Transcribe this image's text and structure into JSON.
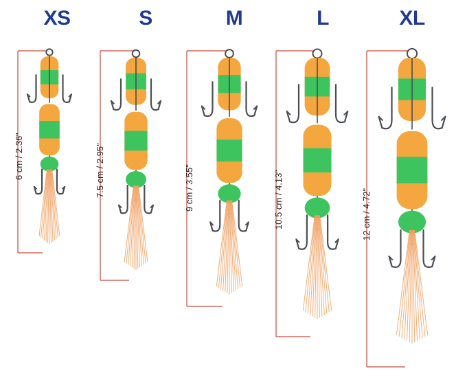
{
  "colors": {
    "label": "#1f3a8f",
    "ruler": "#c44a3a",
    "foam_orange": "#f4a63f",
    "foam_green": "#3ec45e",
    "hook": "#4a4d52",
    "tail": "#f0a060"
  },
  "lures": [
    {
      "size": "XS",
      "dimension": "6 cm / 2.36\""
    },
    {
      "size": "S",
      "dimension": "7.5 cm / 2.95\""
    },
    {
      "size": "M",
      "dimension": "9 cm / 3.55\""
    },
    {
      "size": "L",
      "dimension": "10.5 cm / 4.13\""
    },
    {
      "size": "XL",
      "dimension": "12 cm / 4.72\""
    }
  ]
}
